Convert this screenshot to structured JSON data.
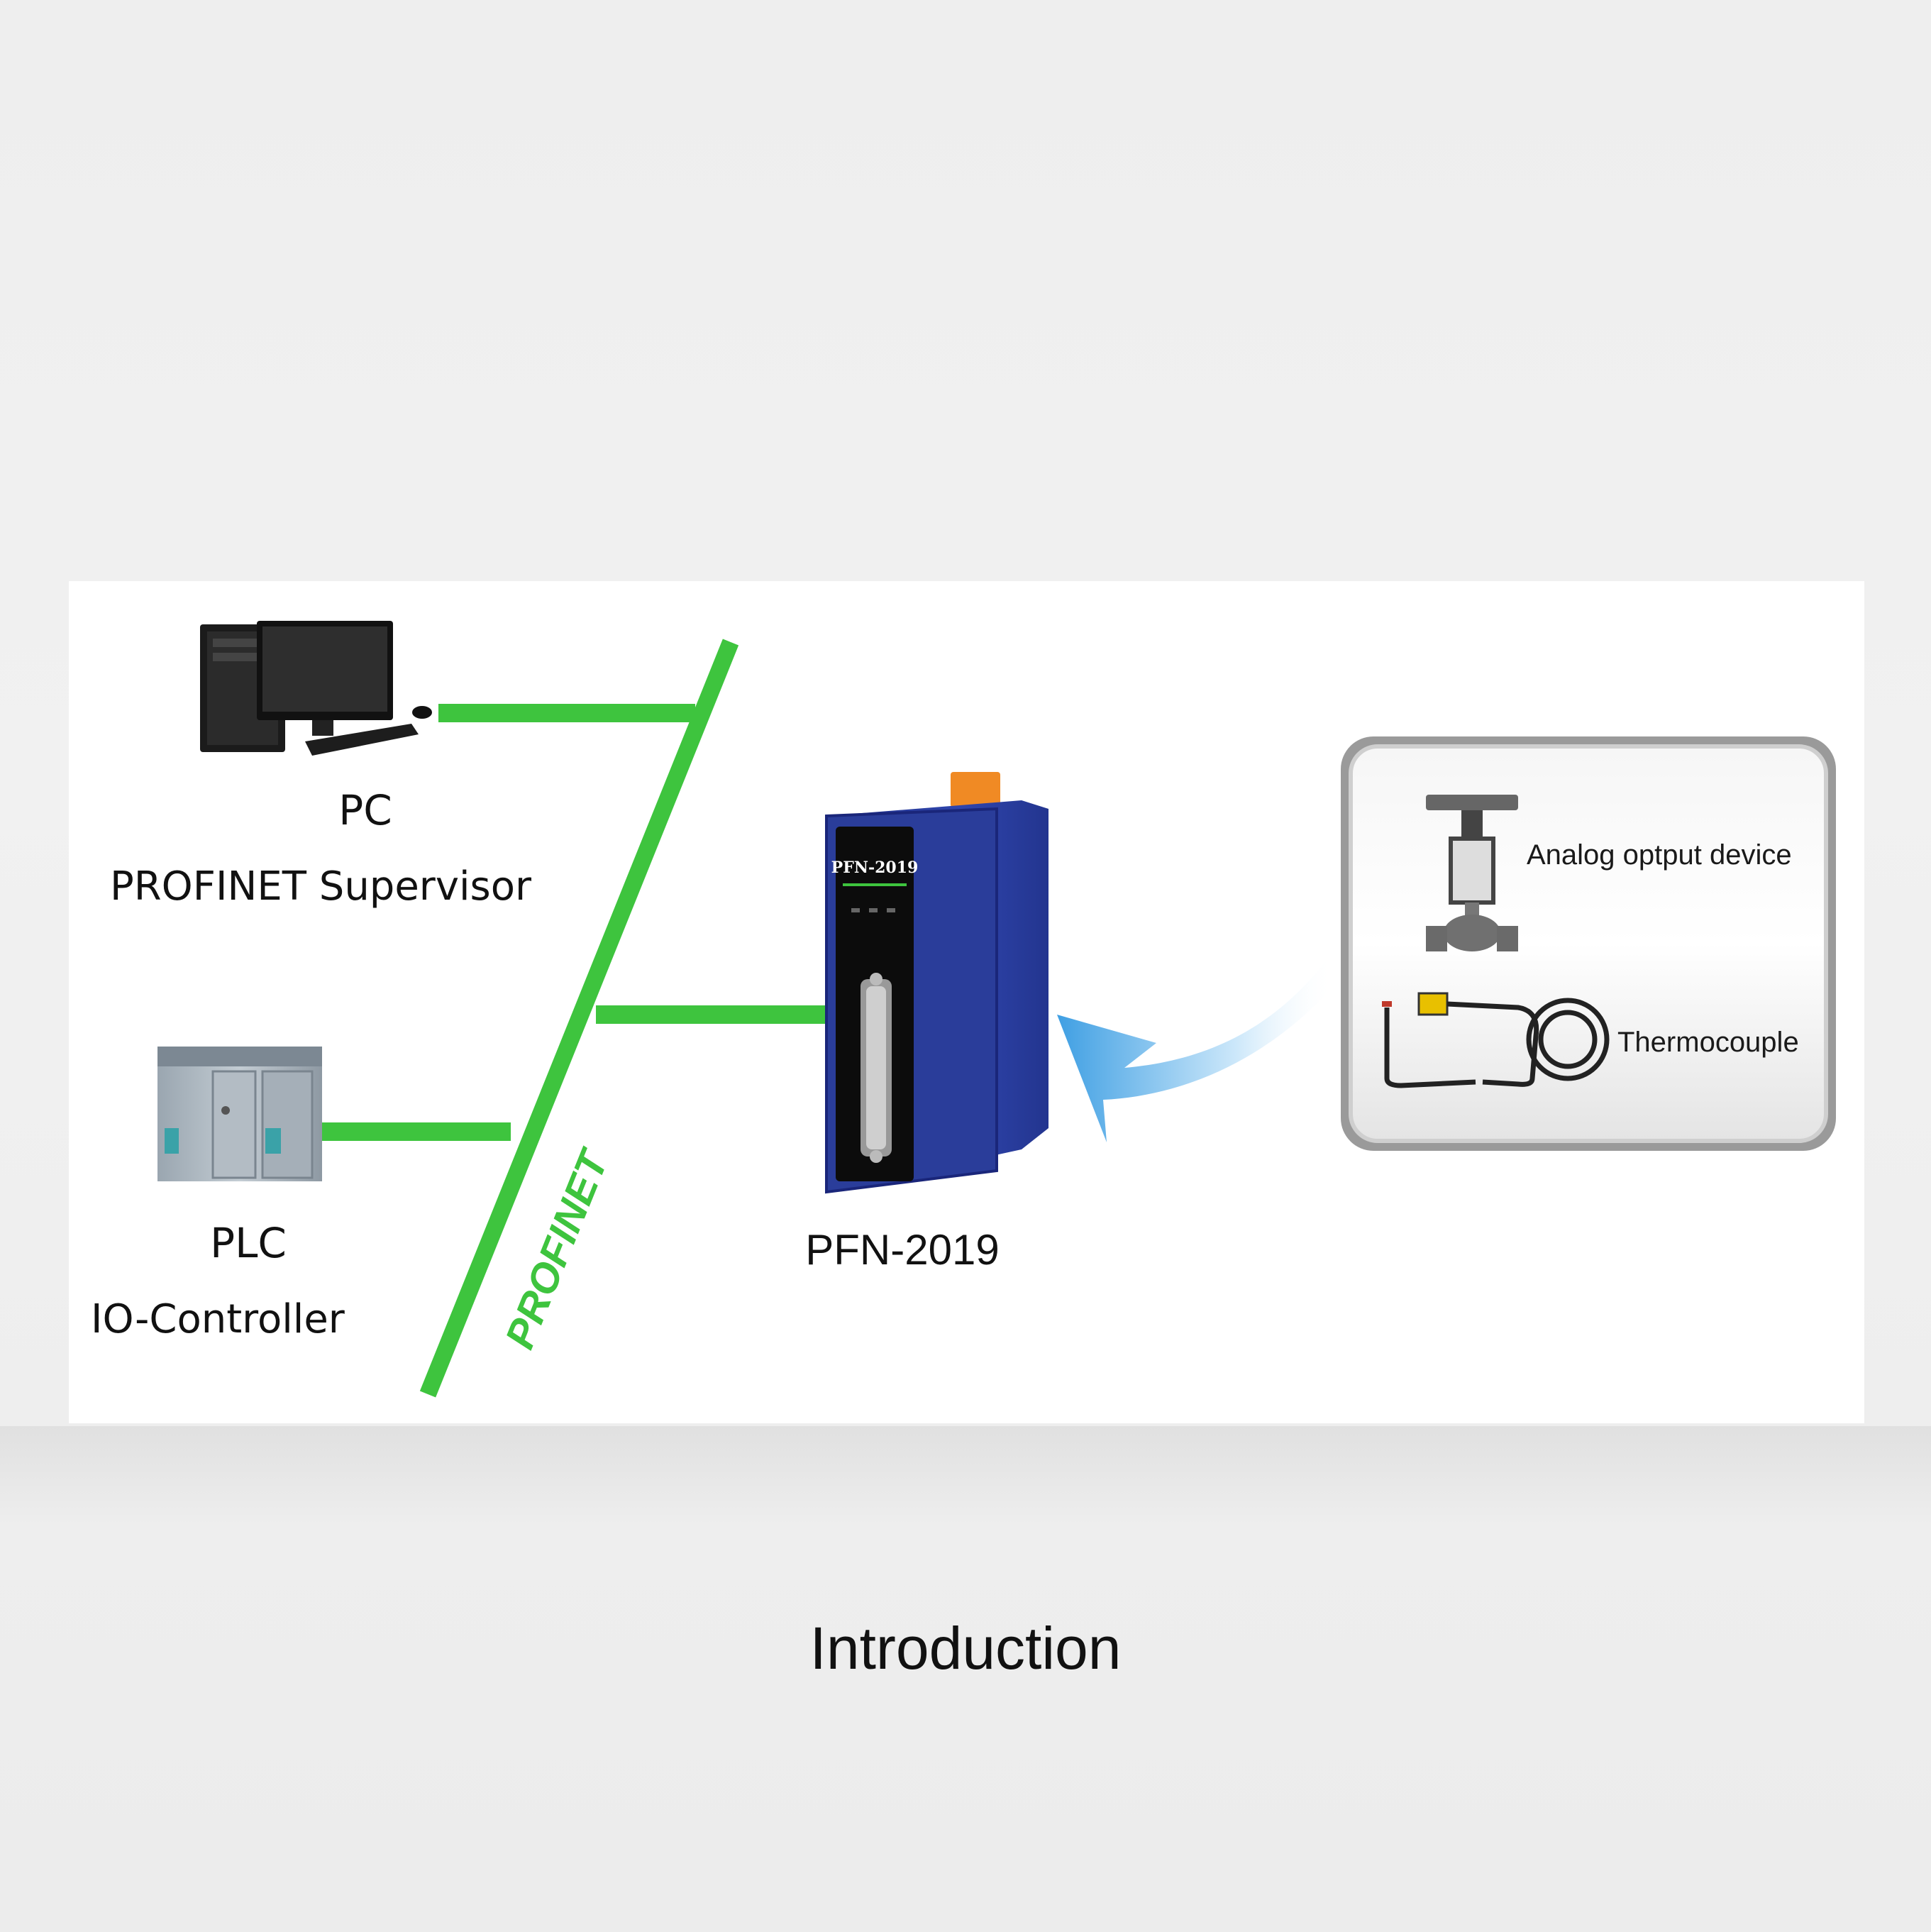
{
  "diagram": {
    "pc": {
      "title": "PC",
      "subtitle": "PROFINET Supervisor"
    },
    "plc": {
      "title": "PLC",
      "subtitle": "IO-Controller"
    },
    "bus_label": "PROFINET",
    "module": {
      "name": "PFN-2019",
      "front_label": "PFN-2019"
    },
    "devices_box": {
      "items": [
        {
          "label": "Analog optput device",
          "icon": "control-valve-icon"
        },
        {
          "label": "Thermocouple",
          "icon": "thermocouple-icon"
        }
      ]
    },
    "colors": {
      "bus_green": "#3ec43e",
      "module_blue": "#2a3d9a",
      "arrow_blue": "#5ab4ea",
      "terminal_orange": "#f08a24"
    }
  },
  "caption": "Introduction"
}
